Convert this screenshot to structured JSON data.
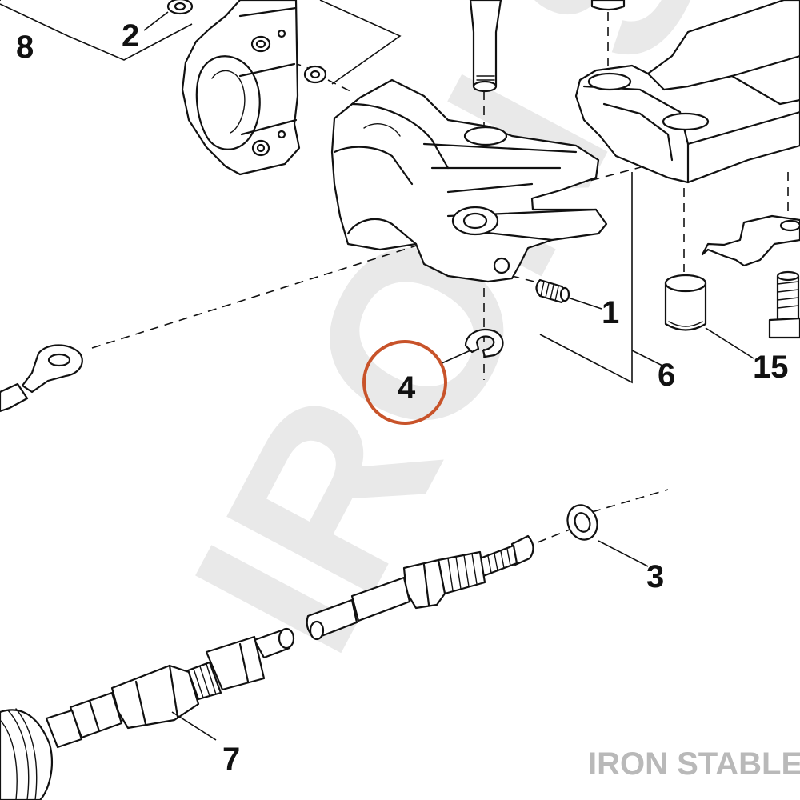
{
  "watermark": {
    "large_text": "IRON STABLE",
    "corner_text": "IRON STABLE"
  },
  "highlight": {
    "callout": "4",
    "ring_color": "#c8532a"
  },
  "callouts": {
    "c1": "1",
    "c2": "2",
    "c3": "3",
    "c4": "4",
    "c6": "6",
    "c7": "7",
    "c8": "8",
    "c15": "15"
  }
}
